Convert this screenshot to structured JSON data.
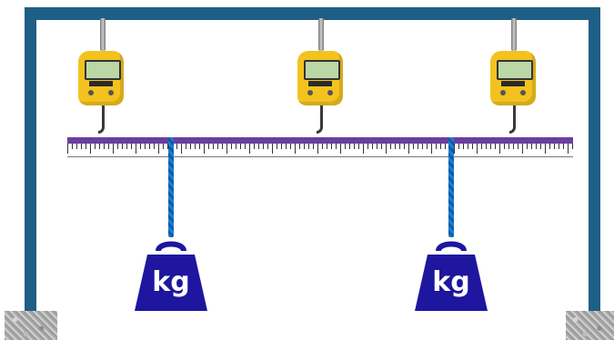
{
  "colors": {
    "frame": "#1e5f86",
    "ruler": "#6a3fa0",
    "scale_yellow": "#f3c21f",
    "rope": "#1c7fd0",
    "weight": "#1e169e"
  },
  "scales": [
    {
      "name": "left-scale"
    },
    {
      "name": "middle-scale"
    },
    {
      "name": "right-scale"
    }
  ],
  "weights": [
    {
      "label": "kg"
    },
    {
      "label": "kg"
    }
  ]
}
